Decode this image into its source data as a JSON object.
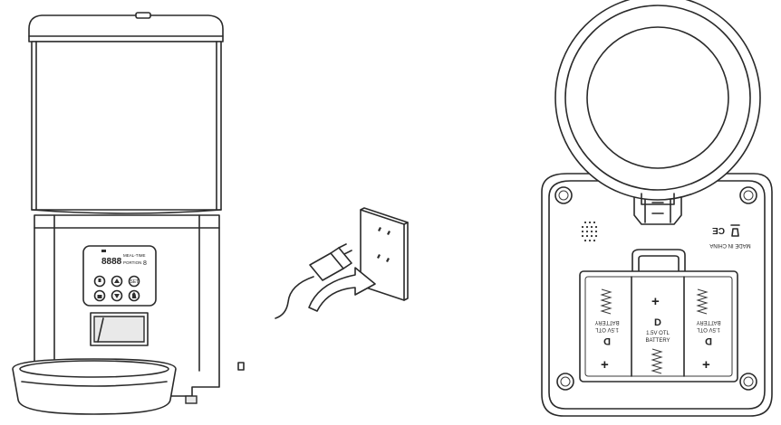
{
  "display": {
    "digits": "8888",
    "meal_label": "MEAL-TIME",
    "portion_label": "PORTION",
    "portion_digit": "8",
    "set_label": "SET"
  },
  "battery": {
    "cells": [
      {
        "size": "D",
        "line1": "1.5V OTL",
        "line2": "BATTERY",
        "plus": "+"
      },
      {
        "size": "D",
        "line1": "1.5V OTL",
        "line2": "BATTERY",
        "plus": "+"
      },
      {
        "size": "D",
        "line1": "1.5V OTL",
        "line2": "BATTERY",
        "plus": "+"
      }
    ]
  },
  "rear_label": "MADE IN CHINA",
  "icons": [
    "speaker-icon",
    "dustbin-icon",
    "ce-mark-icon",
    "lock-icon",
    "up-arrow-icon",
    "down-arrow-icon",
    "microphone-icon",
    "hand-icon",
    "plug-icon"
  ]
}
